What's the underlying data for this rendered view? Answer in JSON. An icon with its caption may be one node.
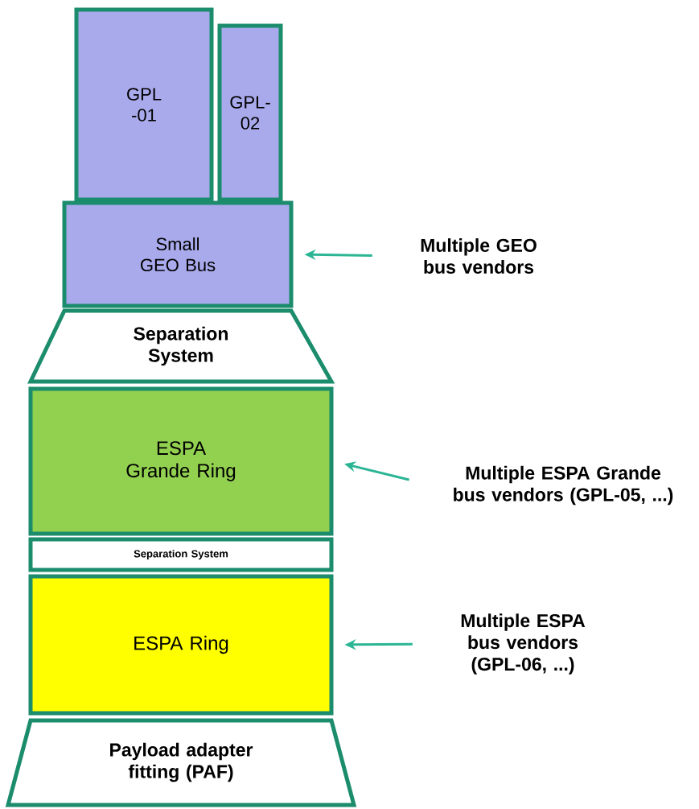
{
  "diagram": {
    "nodes": [
      {
        "text": [
          "GPL -01"
        ]
      },
      {
        "text": [
          "GPL- 02"
        ]
      },
      {
        "text": [
          "Small GEO Bus"
        ]
      },
      {
        "text": [
          "Separation System"
        ]
      },
      {
        "text": [
          "ESPA Grande Ring"
        ]
      },
      {
        "text": [
          "Separation System"
        ]
      },
      {
        "text": [
          "ESPA Ring"
        ]
      },
      {
        "text": [
          "Payload adapter fitting (PAF)"
        ]
      },
      {
        "text": [
          "Multiple GEO bus vendors"
        ]
      },
      {
        "text": [
          "Multiple ESPA Grande bus vendors (GPL-05, ...)"
        ]
      },
      {
        "text": [
          "Multiple ESPA bus vendors (GPL-06, ...)"
        ]
      }
    ],
    "edges": [
      {
        "from": 8,
        "to": 2,
        "arrow": "to"
      },
      {
        "from": 9,
        "to": 4,
        "arrow": "to"
      },
      {
        "from": 10,
        "to": 6,
        "arrow": "to"
      }
    ]
  }
}
